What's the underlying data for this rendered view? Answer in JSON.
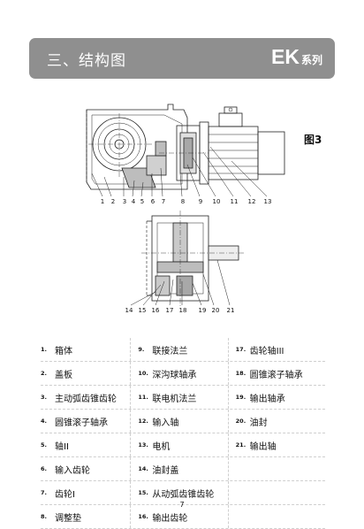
{
  "header": {
    "title": "三、结构图",
    "series_code": "EK",
    "series_suffix": "系列"
  },
  "figure": {
    "label": "图3",
    "top_callouts": [
      "1",
      "2",
      "3",
      "4",
      "5",
      "6",
      "7",
      "8",
      "9",
      "10",
      "11",
      "12",
      "13"
    ],
    "bottom_callouts": [
      "14",
      "15",
      "16",
      "17",
      "18",
      "19",
      "20",
      "21"
    ]
  },
  "parts": [
    {
      "num": "1.",
      "name": "箱体"
    },
    {
      "num": "2.",
      "name": "盖板"
    },
    {
      "num": "3.",
      "name": "主动弧齿锥齿轮"
    },
    {
      "num": "4.",
      "name": "圆锥滚子轴承"
    },
    {
      "num": "5.",
      "name": "轴II"
    },
    {
      "num": "6.",
      "name": "输入齿轮"
    },
    {
      "num": "7.",
      "name": "齿轮I"
    },
    {
      "num": "8.",
      "name": "调整垫"
    },
    {
      "num": "9.",
      "name": "联接法兰"
    },
    {
      "num": "10.",
      "name": "深沟球轴承"
    },
    {
      "num": "11.",
      "name": "联电机法兰"
    },
    {
      "num": "12.",
      "name": "输入轴"
    },
    {
      "num": "13.",
      "name": "电机"
    },
    {
      "num": "14.",
      "name": "油封盖"
    },
    {
      "num": "15.",
      "name": "从动弧齿锥齿轮"
    },
    {
      "num": "16.",
      "name": "输出齿轮"
    },
    {
      "num": "17.",
      "name": "齿轮轴III"
    },
    {
      "num": "18.",
      "name": "圆锥滚子轴承"
    },
    {
      "num": "19.",
      "name": "输出轴承"
    },
    {
      "num": "20.",
      "name": "油封"
    },
    {
      "num": "21.",
      "name": "输出轴"
    }
  ],
  "page_number": "7"
}
